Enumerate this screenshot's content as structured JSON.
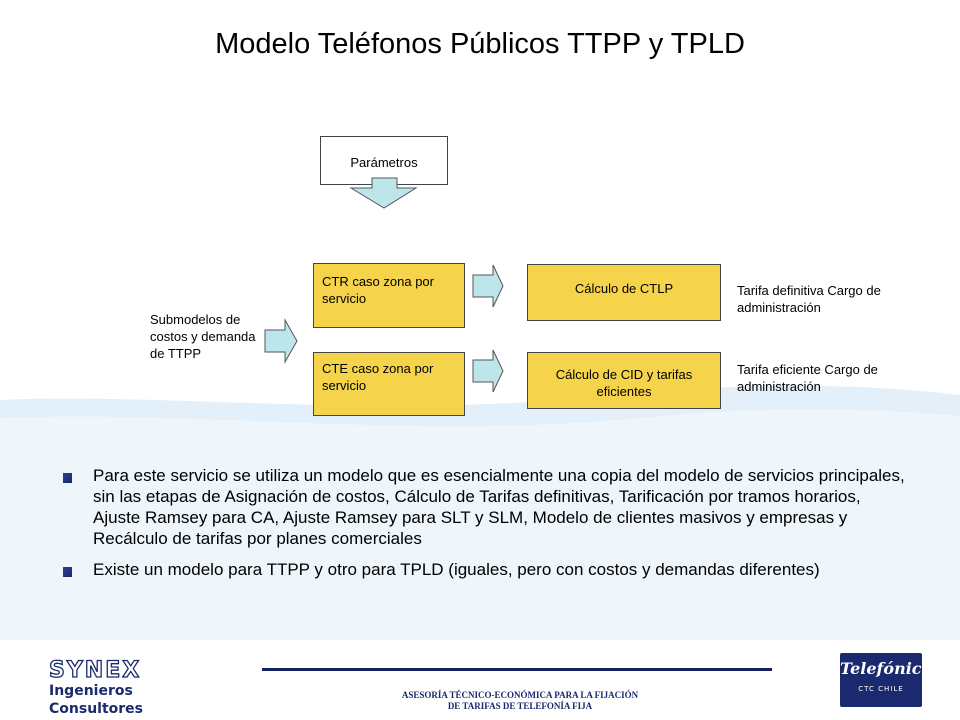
{
  "title": "Modelo Teléfonos Públicos TTPP y TPLD",
  "diagram": {
    "parametros": "Parámetros",
    "submodelos": "Submodelos de costos y demanda de TTPP",
    "ctr": "CTR caso zona por servicio",
    "cte": "CTE caso zona por servicio",
    "ctlp": "Cálculo de CTLP",
    "cid": "Cálculo de CID y tarifas eficientes",
    "tarifa_definitiva": "Tarifa definitiva Cargo de administración",
    "tarifa_eficiente": "Tarifa eficiente Cargo de administración"
  },
  "bullets": [
    "Para este servicio se utiliza un modelo que es esencialmente una copia del modelo de servicios principales, sin las etapas de Asignación de costos, Cálculo de Tarifas definitivas, Tarificación por tramos horarios, Ajuste Ramsey para CA, Ajuste Ramsey para SLT y SLM, Modelo de clientes masivos y empresas y Recálculo de tarifas por planes comerciales",
    "Existe un modelo para TTPP y otro para TPLD  (iguales, pero con costos y demandas diferentes)"
  ],
  "footer": {
    "logo_left_name": "SYNEX",
    "logo_left_sub": "Ingenieros Consultores",
    "caption_line1": "ASESORÍA TÉCNICO-ECONÓMICA PARA LA FIJACIÓN",
    "caption_line2": "DE TARIFAS DE TELEFONÍA FIJA",
    "logo_right_name": "Telefónica",
    "logo_right_sub": "CTC CHILE"
  },
  "colors": {
    "box_fill": "#f5d34a",
    "arrow_fill": "#bde6ea",
    "wave": "#dcebf6",
    "brand_dark": "#1a2a6b"
  }
}
